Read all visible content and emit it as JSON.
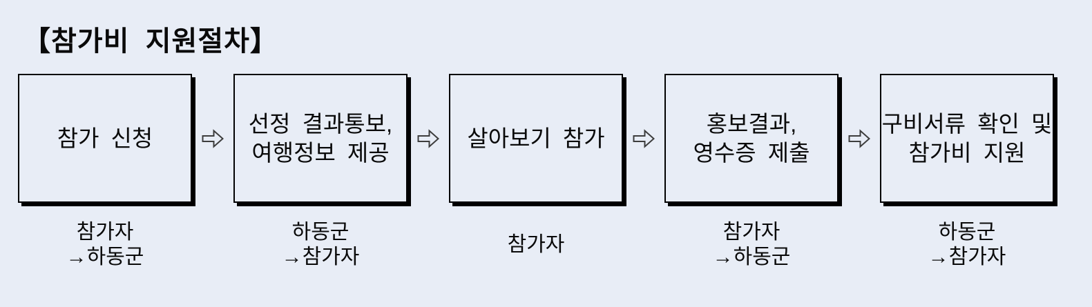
{
  "title": "【참가비 지원절차】",
  "colors": {
    "page_bg": "#e8edf6",
    "box_fill": "#e8edf6",
    "box_border": "#000000",
    "text_color": "#0a0a0a",
    "arrow_stroke": "#3d3d3d"
  },
  "flow": {
    "arrow_glyph": "⇨",
    "steps": [
      {
        "box_label": "참가 신청",
        "actor_label": "참가자\n→하동군"
      },
      {
        "box_label": "선정 결과통보,\n여행정보 제공",
        "actor_label": "하동군\n→참가자"
      },
      {
        "box_label": "살아보기 참가",
        "actor_label": "참가자"
      },
      {
        "box_label": "홍보결과,\n영수증 제출",
        "actor_label": "참가자\n→하동군"
      },
      {
        "box_label": "구비서류 확인 및\n참가비 지원",
        "actor_label": "하동군\n→참가자"
      }
    ]
  }
}
